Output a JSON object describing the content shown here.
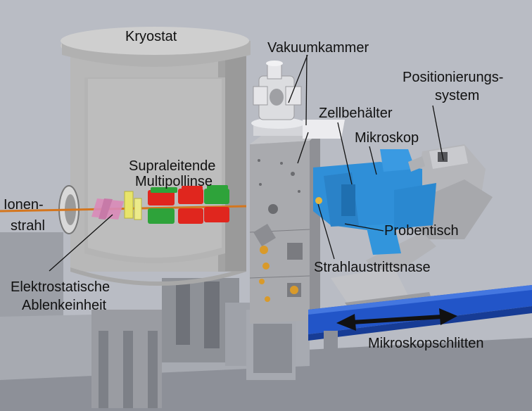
{
  "labels": {
    "kryostat": "Kryostat",
    "vakuumkammer": "Vakuumkammer",
    "positionierung_line1": "Positionierungs-",
    "positionierung_line2": "system",
    "zellbehaelter": "Zellbehälter",
    "mikroskop": "Mikroskop",
    "supraleitende_line1": "Supraleitende",
    "supraleitende_line2": "Multipollinse",
    "ionenstrahl_line1": "Ionen-",
    "ionenstrahl_line2": "strahl",
    "probentisch": "Probentisch",
    "strahlaustrittsnase": "Strahlaustrittsnase",
    "elektrostatische_line1": "Elektrostatische",
    "elektrostatische_line2": "Ablenkeinheit",
    "mikroskopschlitten": "Mikroskopschlitten"
  },
  "colors": {
    "background": "#b9bcc4",
    "cryostat": "#b8b8b8",
    "chamber": "#a9aaae",
    "microscope": "#2f8fd8",
    "rail": "#2255c8",
    "beam": "#d4761e",
    "magnet_red": "#e0261e",
    "magnet_green": "#2ea33a",
    "deflector_pink": "#d98ab8",
    "deflector_yellow": "#e8e46a"
  }
}
